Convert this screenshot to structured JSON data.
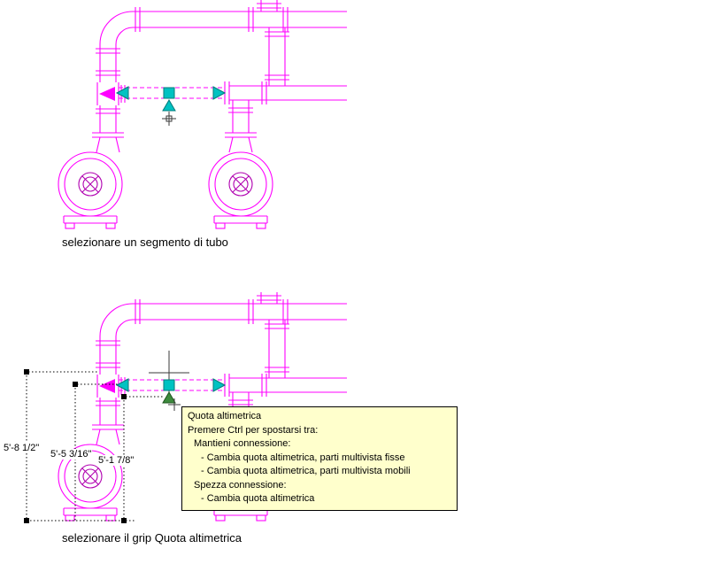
{
  "colors": {
    "pipe": "#ff00ff",
    "pipe-dark": "#b000b0",
    "grip": "#00c2c2",
    "grip-border": "#007a7a",
    "grip-selected": "#3d8b3d",
    "grip-selected-border": "#1e551e",
    "tooltip-bg": "#ffffcc",
    "tooltip-border": "#000000",
    "text": "#000000"
  },
  "figures": {
    "top": {
      "caption": "selezionare un segmento di tubo"
    },
    "bottom": {
      "caption": "selezionare il grip Quota altimetrica",
      "dimension_labels": [
        "5'-8 1/2\"",
        "5'-5 3/16\"",
        "5'-1 7/8\""
      ],
      "tooltip_lines": [
        "Quota altimetrica",
        "Premere Ctrl per spostarsi tra:",
        "Mantieni connessione:",
        "- Cambia quota altimetrica, parti multivista fisse",
        "- Cambia quota altimetrica, parti multivista mobili",
        "Spezza connessione:",
        "- Cambia quota altimetrica"
      ]
    }
  }
}
